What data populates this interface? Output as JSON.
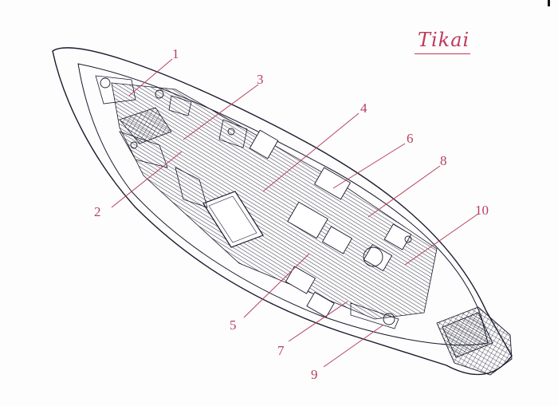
{
  "title": "Tikai",
  "labels": [
    "1",
    "2",
    "3",
    "4",
    "5",
    "6",
    "7",
    "8",
    "9",
    "10"
  ],
  "colors": {
    "ink": "#1a1a2e",
    "accent": "#b8405e",
    "paper": "#fdfdfd"
  }
}
